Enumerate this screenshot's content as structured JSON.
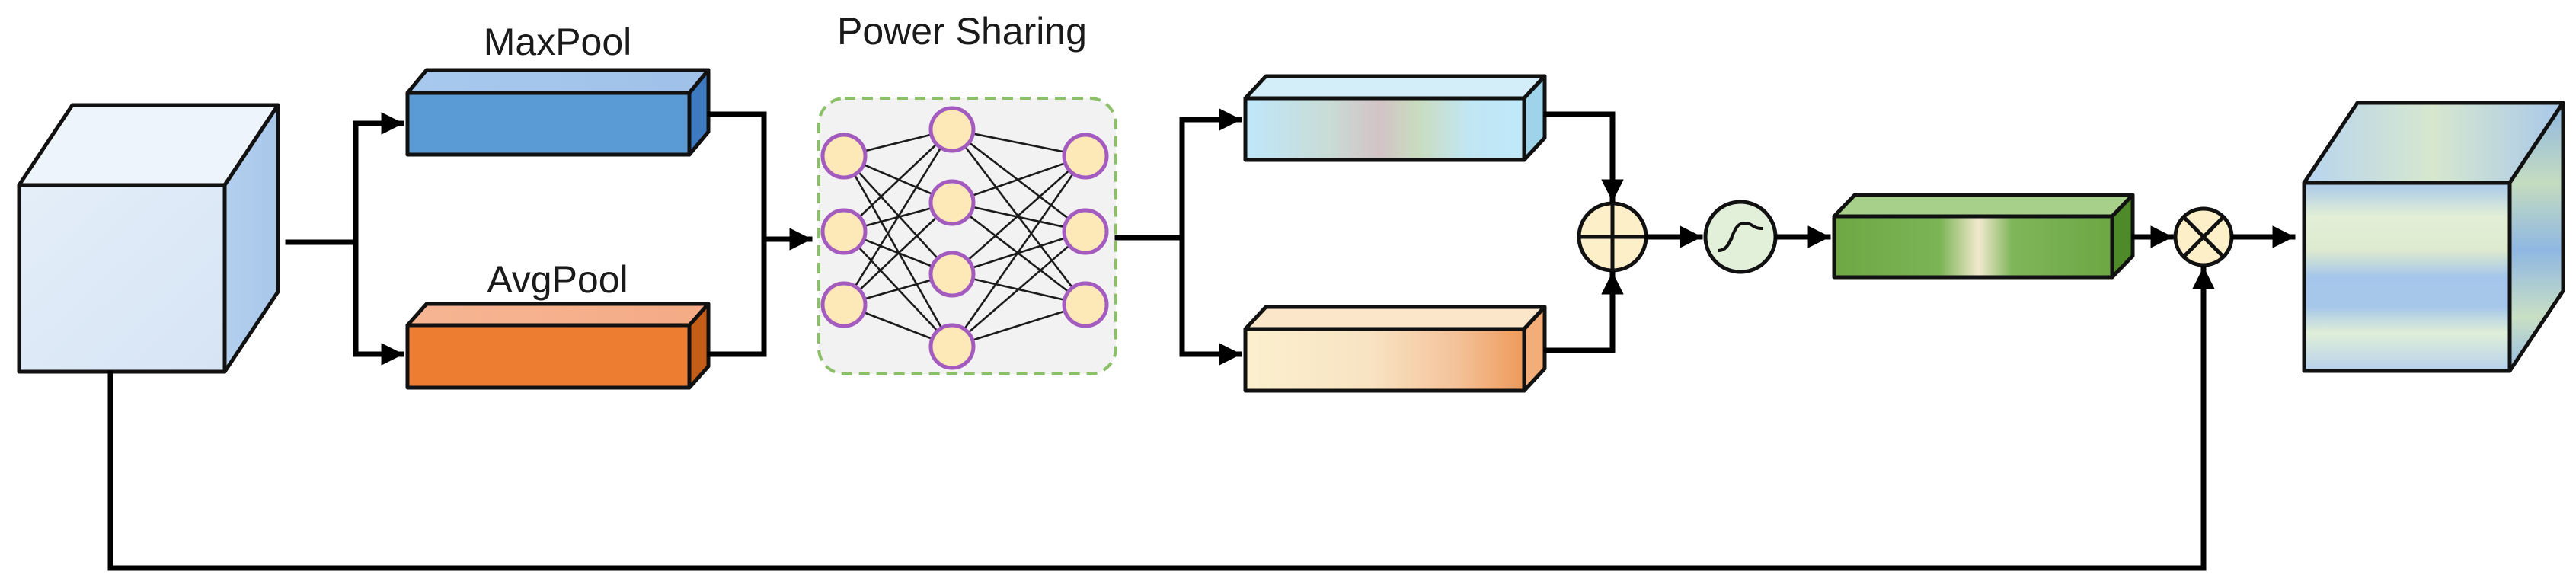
{
  "labels": {
    "maxpool": "MaxPool",
    "avgpool": "AvgPool",
    "sharing": "Power Sharing"
  },
  "colors": {
    "input_cube": "#dde9f6",
    "maxpool": "#5b9bd5",
    "avgpool": "#ed7d31",
    "mlp_panel": "#f2f2f2",
    "mlp_border": "#8cc068",
    "node_fill": "#fde8b8",
    "node_border": "#a35bbf",
    "attention_bar": "#6fad47",
    "output_cube": "#a9c8ea"
  },
  "icons": {
    "add": "circle-plus-icon",
    "sigmoid": "sigmoid-icon",
    "multiply": "circle-times-icon"
  }
}
